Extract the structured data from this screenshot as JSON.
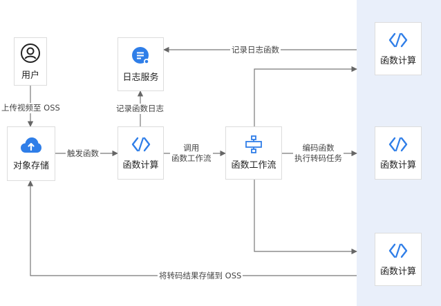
{
  "nodes": {
    "user": "用户",
    "log_service": "日志服务",
    "oss": "对象存储",
    "fc_trigger": "函数计算",
    "workflow": "函数工作流",
    "fc_right_1": "函数计算",
    "fc_right_2": "函数计算",
    "fc_right_3": "函数计算"
  },
  "edges": {
    "upload": "上传视频至 OSS",
    "record_log": "记录函数日志",
    "trigger": "触发函数",
    "invoke_line1": "调用",
    "invoke_line2": "函数工作流",
    "encode_line1": "编码函数",
    "encode_line2": "执行转码任务",
    "record_top": "记录日志函数",
    "store_result": "将转码结果存储到 OSS"
  },
  "colors": {
    "accent": "#2f7ee8",
    "line": "#666666",
    "panel": "#e9effa"
  }
}
